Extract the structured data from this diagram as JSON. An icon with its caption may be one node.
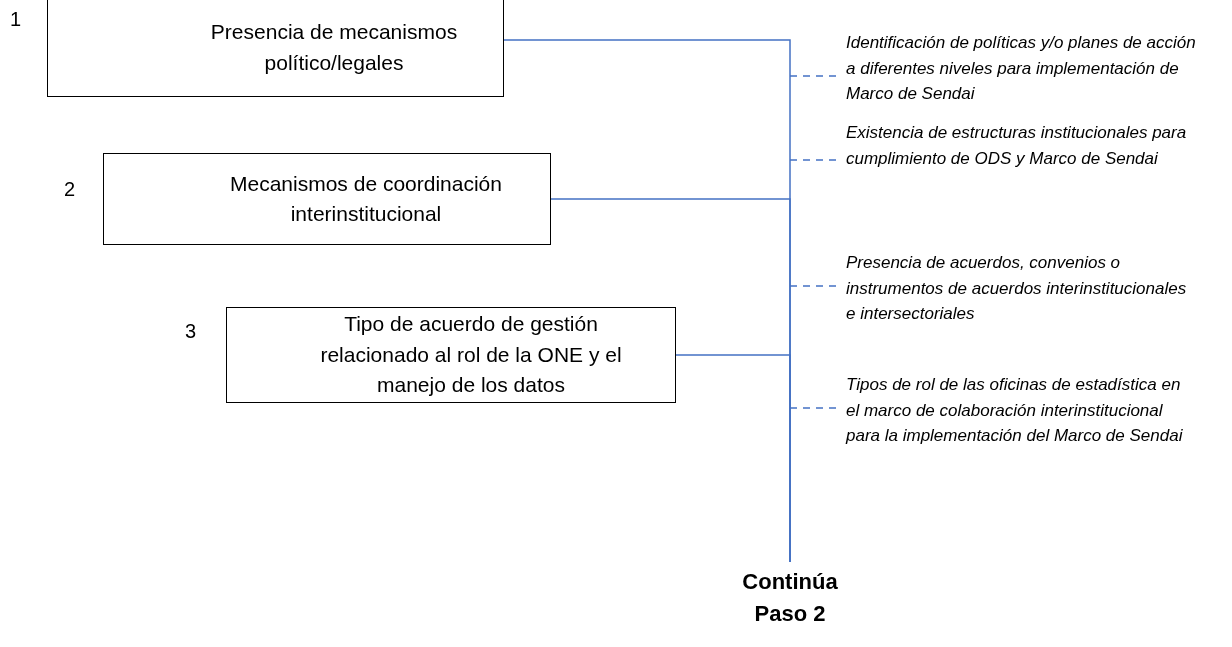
{
  "diagram": {
    "nodes": [
      {
        "text": [
          "Presencia de mecanismos político/legales"
        ],
        "beside": [
          "1"
        ]
      },
      {
        "text": [
          "Mecanismos de coordinación interinstitucional"
        ],
        "beside": [
          "2"
        ]
      },
      {
        "text": [
          "Tipo de acuerdo de gestión relacionado al rol de la ONE y el manejo de los datos"
        ],
        "beside": [
          "3"
        ]
      },
      {
        "text": [
          "Continúa Paso 2"
        ]
      },
      {
        "text": [
          "Identificación de políticas y/o planes de acción a diferentes niveles para implementación de Marco de Sendai"
        ]
      },
      {
        "text": [
          "Existencia de estructuras institucionales para cumplimiento de ODS y Marco de Sendai"
        ]
      },
      {
        "text": [
          "Presencia de acuerdos, convenios o instrumentos de acuerdos interinstitucionales e intersectoriales"
        ]
      },
      {
        "text": [
          "Tipos de rol de las oficinas de estadística en el marco de colaboración interinstitucional para la implementación del Marco de Sendai"
        ]
      }
    ],
    "edges": [
      {
        "from": 0,
        "to": 3,
        "arrow": "none"
      },
      {
        "from": 1,
        "to": 3,
        "arrow": "none"
      },
      {
        "from": 2,
        "to": 3,
        "arrow": "none"
      },
      {
        "from": null,
        "to": 4,
        "arrow": "none",
        "style": "dashed"
      },
      {
        "from": null,
        "to": 5,
        "arrow": "none",
        "style": "dashed"
      },
      {
        "from": null,
        "to": 6,
        "arrow": "none",
        "style": "dashed"
      },
      {
        "from": null,
        "to": 7,
        "arrow": "none",
        "style": "dashed"
      }
    ]
  }
}
